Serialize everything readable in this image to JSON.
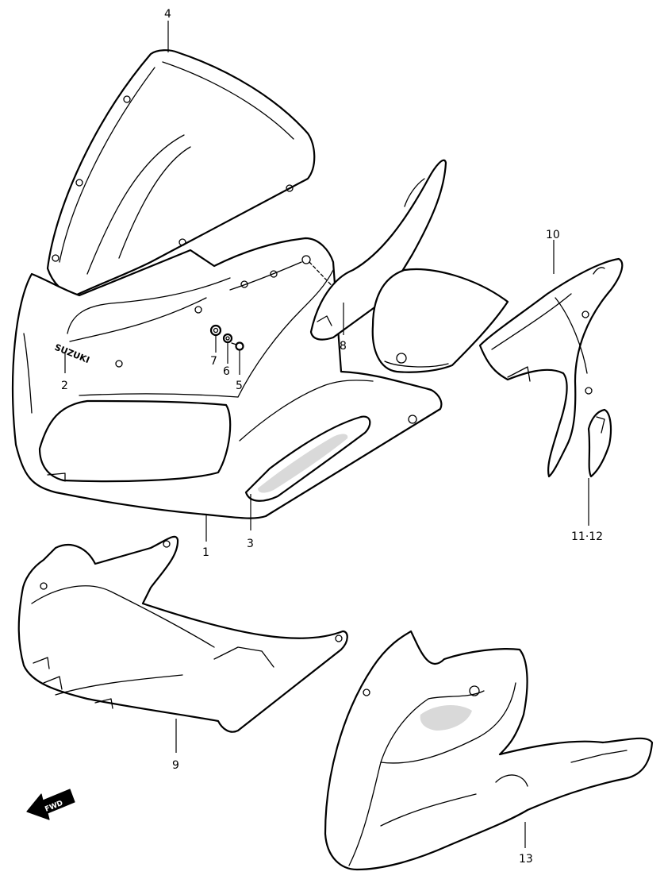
{
  "callouts": {
    "c1": "1",
    "c2": "2",
    "c3": "3",
    "c4": "4",
    "c5": "5",
    "c6": "6",
    "c7": "7",
    "c8": "8",
    "c9": "9",
    "c10": "10",
    "c11_12": "11·12",
    "c13": "13"
  },
  "logo_text": "SUZUKI",
  "fwd_label": "FWD",
  "colors": {
    "line": "#000000",
    "background": "#ffffff",
    "shade": "#d9d9d9"
  }
}
